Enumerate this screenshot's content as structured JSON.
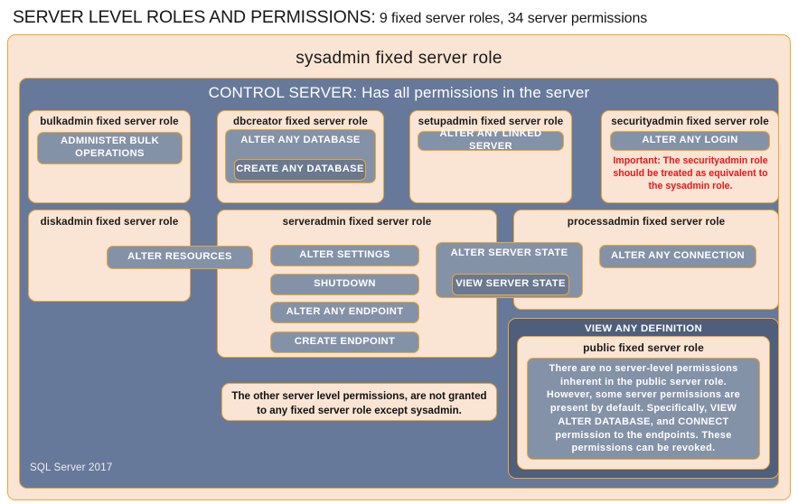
{
  "title": {
    "main": "SERVER LEVEL ROLES AND PERMISSIONS:",
    "sub": " 9 fixed server roles, 34 server permissions"
  },
  "sysadmin": {
    "label": "sysadmin fixed server role"
  },
  "control_server": {
    "label": "CONTROL SERVER: Has all permissions in the server"
  },
  "roles": {
    "bulkadmin": {
      "label": "bulkadmin fixed server role",
      "permissions": [
        "ADMINISTER  BULK OPERATIONS"
      ]
    },
    "dbcreator": {
      "label": "dbcreator fixed server role",
      "permissions": [
        "ALTER ANY DATABASE",
        "CREATE  ANY DATABASE"
      ]
    },
    "setupadmin": {
      "label": "setupadmin fixed server role",
      "permissions": [
        "ALTER ANY LINKED SERVER"
      ]
    },
    "securityadmin": {
      "label": "securityadmin fixed server role",
      "permissions": [
        "ALTER ANY LOGIN"
      ],
      "note": "Important:  The securityadmin role should  be treated as equivalent to the  sysadmin role."
    },
    "diskadmin": {
      "label": "diskadmin fixed server role",
      "permissions": [
        "ALTER RESOURCES"
      ]
    },
    "serveradmin": {
      "label": "serveradmin fixed server role",
      "permissions": [
        "ALTER SETTINGS",
        "SHUTDOWN",
        "ALTER ANY ENDPOINT",
        "CREATE  ENDPOINT",
        "ALTER SERVER  STATE",
        "VIEW SERVER  STATE"
      ]
    },
    "processadmin": {
      "label": "processadmin fixed server role",
      "permissions": [
        "ALTER ANY CONNECTION"
      ]
    },
    "public": {
      "view_any_definition": "VIEW ANY DEFINITION",
      "label": "public  fixed server role",
      "note": "There are no server-level permissions inherent in the public server role. However, some server permissions are present by default. Specifically, VIEW ALTER DATABASE, and CONNECT permission to the endpoints. These permissions can be revoked."
    }
  },
  "other_note": "The other server level permissions,  are not granted to any fixed server role except sysadmin.",
  "footer": "SQL Server 2017",
  "colors": {
    "peach": "#FAE4D3",
    "gold_border": "#E8A83A",
    "slate": "#67799B",
    "slate_dark": "#4E5E7B",
    "perm": "#8492A8",
    "perm_inner": "#6A7890",
    "red_note": "#E8161A"
  }
}
